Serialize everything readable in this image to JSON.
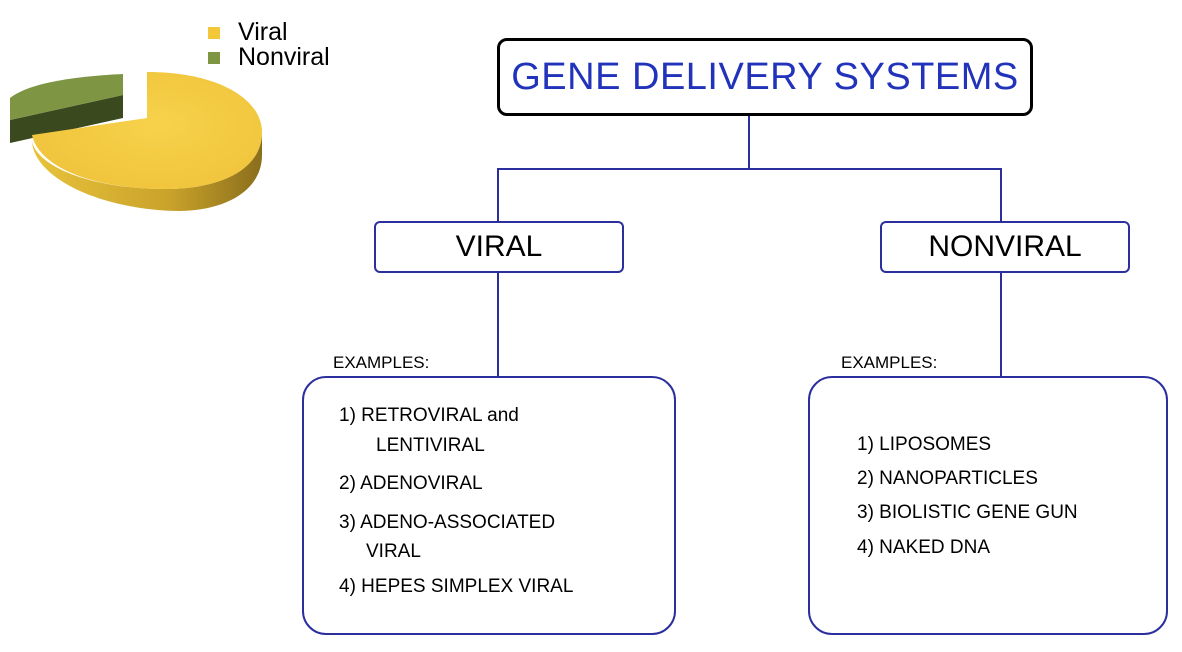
{
  "legend": {
    "items": [
      {
        "label": "Viral",
        "color": "#f2c83a"
      },
      {
        "label": "Nonviral",
        "color": "#7e9644"
      }
    ]
  },
  "pie": {
    "slices": [
      {
        "label": "Viral",
        "value": 77,
        "color": "#f2c83a"
      },
      {
        "label": "Nonviral",
        "value": 23,
        "color": "#7e9644"
      }
    ]
  },
  "title": "GENE DELIVERY SYSTEMS",
  "branches": {
    "viral": {
      "label": "VIRAL",
      "examples_label": "EXAMPLES:",
      "items": [
        "1)  RETROVIRAL and",
        "LENTIVIRAL",
        "2)  ADENOVIRAL",
        "3)  ADENO-ASSOCIATED",
        "VIRAL",
        "4)  HEPES SIMPLEX VIRAL"
      ]
    },
    "nonviral": {
      "label": "NONVIRAL",
      "examples_label": "EXAMPLES:",
      "items": [
        "1)  LIPOSOMES",
        "2)  NANOPARTICLES",
        "3)  BIOLISTIC GENE GUN",
        "4)  NAKED DNA"
      ]
    }
  },
  "colors": {
    "title_text": "#2233bb",
    "box_border": "#2b2f9e"
  }
}
